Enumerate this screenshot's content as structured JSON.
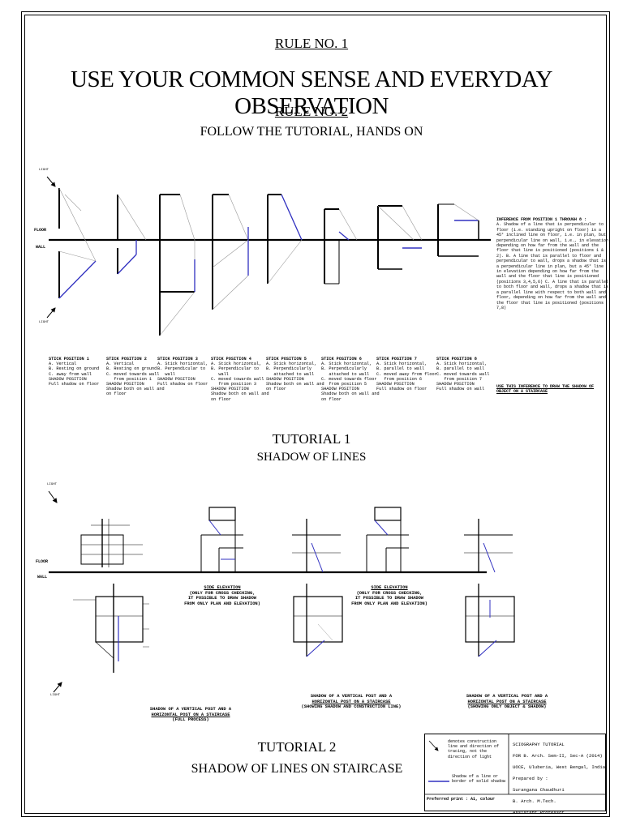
{
  "header": {
    "rule1": "RULE NO. 1",
    "main_title": "USE YOUR COMMON SENSE AND EVERYDAY OBSERVATION",
    "rule2": "RULE NO. 2",
    "rule2_text": "FOLLOW THE TUTORIAL, HANDS ON"
  },
  "labels": {
    "light": "LIGHT",
    "floor": "FLOOR",
    "wall": "WALL"
  },
  "positions": [
    {
      "title": "STICK POSITION 1",
      "lines": [
        "A. Vertical",
        "B. Resting on ground",
        "C. away from wall",
        "SHADOW POSITION",
        "Full shadow on floor"
      ]
    },
    {
      "title": "STICK POSITION 2",
      "lines": [
        "A. Vertical",
        "B. Resting on ground",
        "C. moved towards wall",
        "   from position 1",
        "SHADOW POSITION",
        "Shadow both on wall and",
        "on floor"
      ]
    },
    {
      "title": "STICK POSITION 3",
      "lines": [
        "A. Stick horizontal,",
        "B. Perpendicular to",
        "   wall",
        "SHADOW POSITION",
        "Full shadow on floor"
      ]
    },
    {
      "title": "STICK POSITION 4",
      "lines": [
        "A. Stick horizontal,",
        "B. Perpendicular to",
        "   wall",
        "C. moved towards wall",
        "   from position 3",
        "SHADOW POSITION",
        "Shadow both on wall and",
        "on floor"
      ]
    },
    {
      "title": "STICK POSITION 5",
      "lines": [
        "A. Stick horizontal,",
        "B. Perpendicularly",
        "   attached to wall",
        "SHADOW POSITION",
        "Shadow both on wall and",
        "on floor"
      ]
    },
    {
      "title": "STICK POSITION 6",
      "lines": [
        "A. Stick horizontal,",
        "B. Perpendicularly",
        "   attached to wall",
        "C. moved towards floor",
        "   from position 5",
        "SHADOW POSITION",
        "Shadow both on wall and",
        "on floor"
      ]
    },
    {
      "title": "STICK POSITION 7",
      "lines": [
        "A. Stick horizontal,",
        "B. parallel to wall",
        "C. moved away from floor",
        "   from position 6",
        "SHADOW POSITION",
        "Full shadow on floor"
      ]
    },
    {
      "title": "STICK POSITION 8",
      "lines": [
        "A. Stick horizontal,",
        "B. parallel to wall",
        "C. moved towards wall",
        "   from position 7",
        "SHADOW POSITION",
        "Full shadow on wall"
      ]
    }
  ],
  "inference": {
    "title": "INFERENCE FROM POSITION 1 THROUGH 8 :",
    "text": "A. Shadow of a line that is perpendicular to floor (i.e. standing upright on floor) is a 45° inclined line on floor, i.e. in plan, but perpendicular line on wall, i.e., in elevation depending on how far from the wall and the floor that line is positioned (positions 1 & 2). B. A line that is parallel to floor and perpendicular to wall, drops a shadow that is a perpendicular line in plan, but a 45° line in elevation depending on how far from the wall and the floor that line is positioned (positions 3,4,5,6) C. A line that is parallel to both floor and wall, drops a shadow that is a parallel line with respect to both wall and floor, depending on how far from the wall and the floor that line is positioned (positions 7,8)",
    "use": "USE THIS INFERENCE TO DRAW THE SHADOW OF OBJECT ON A STAIRCASE"
  },
  "tutorial1": {
    "title": "TUTORIAL 1",
    "subtitle": "SHADOW OF LINES"
  },
  "tutorial2": {
    "title": "TUTORIAL 2",
    "subtitle": "SHADOW OF LINES ON STAIRCASE"
  },
  "side_elev_1": [
    "SIDE ELEVATION",
    "(ONLY FOR CROSS CHECKING,",
    "IT POSSIBLE TO DRAW SHADOW",
    "FROM ONLY PLAN AND ELEVATION)"
  ],
  "side_elev_2": [
    "SIDE ELEVATION",
    "(ONLY FOR CROSS CHECKING,",
    "IT POSSIBLE TO DRAW SHADOW",
    "FROM ONLY PLAN AND ELEVATION)"
  ],
  "captions": {
    "c1": [
      "SHADOW OF A VERTICAL POST AND A",
      "HORIZONTAL POST ON A STAIRCASE",
      "(FULL PROCESS)"
    ],
    "c2": [
      "SHADOW OF A VERTICAL POST AND A",
      "HORIZONTAL POST ON A STAIRCASE",
      "(SHOWING SHADOW AND CONSTRUCTION LINE)"
    ],
    "c3": [
      "SHADOW OF A VERTICAL POST AND A",
      "HORIZONTAL POST ON A STAIRCASE",
      "(SHOWING ONLY OBJECT & SHADOW)"
    ]
  },
  "legend": {
    "construction": "denotes construction\nline and direction of\ntracing, not the\ndirection of light",
    "shadow": "Shadow of a line or\nborder of solid shadow",
    "preferred": "Preferred print : A1, colour"
  },
  "title_block": {
    "l1": "SCIOGRAPHY TUTORIAL",
    "l2": "FOR B. Arch. Sem-II, Sec-A (2014)",
    "l3": "UOCE, Uluberia, West Bengal, India",
    "l4": "Prepared by :",
    "l5": "Surangana Chaudhuri",
    "l6": "B. Arch. M.Tech.",
    "l7": "Assistant Professor"
  },
  "colors": {
    "shadow_line": "#3030c0",
    "construction": "#888888",
    "ink": "#000000"
  }
}
